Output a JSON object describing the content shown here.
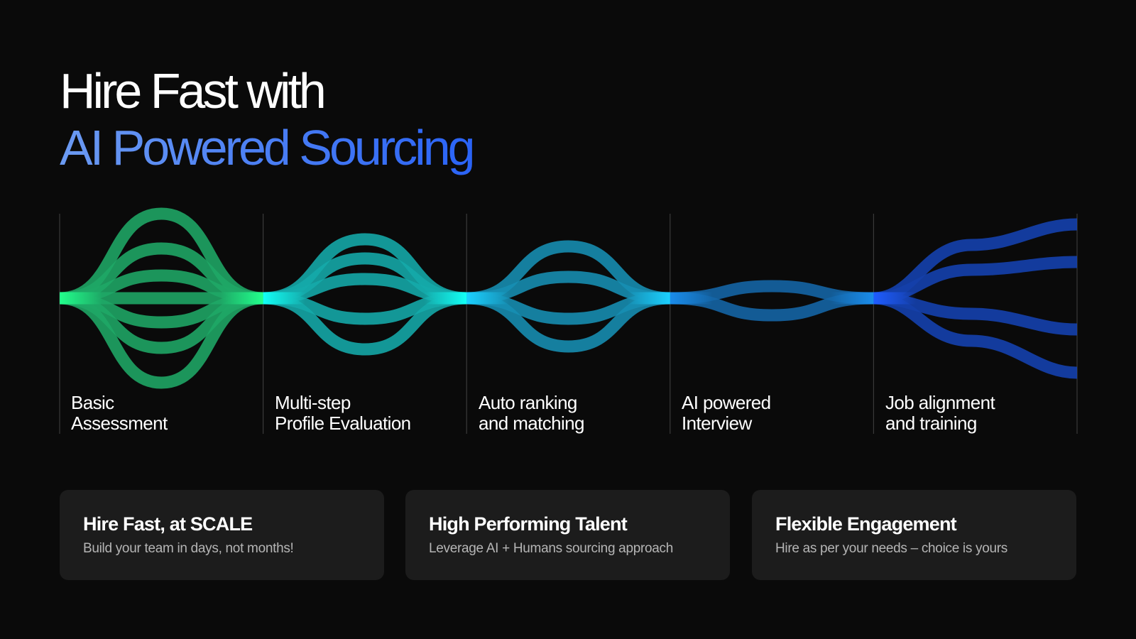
{
  "headline": {
    "line1": "Hire Fast with",
    "line2": "AI Powered Sourcing"
  },
  "stages": [
    {
      "label": "Basic\nAssessment",
      "lanes": 7,
      "color": "#1fa866",
      "node_color": "#22ff8c"
    },
    {
      "label": "Multi-step\nProfile Evaluation",
      "lanes": 5,
      "color": "#14abab",
      "node_color": "#12fff5"
    },
    {
      "label": "Auto ranking\nand matching",
      "lanes": 4,
      "color": "#1790b4",
      "node_color": "#1bd0ff"
    },
    {
      "label": "AI powered\nInterview",
      "lanes": 2,
      "color": "#1567a9",
      "node_color": "#1a8cea"
    },
    {
      "label": "Job alignment\nand training",
      "lanes": 4,
      "color": "#1540aa",
      "node_color": "#1f5cff"
    }
  ],
  "cards": [
    {
      "title": "Hire Fast, at SCALE",
      "subtitle": "Build your team in days, not months!"
    },
    {
      "title": "High Performing Talent",
      "subtitle": "Leverage AI + Humans sourcing approach"
    },
    {
      "title": "Flexible Engagement",
      "subtitle": "Hire as per your needs – choice is yours"
    }
  ]
}
